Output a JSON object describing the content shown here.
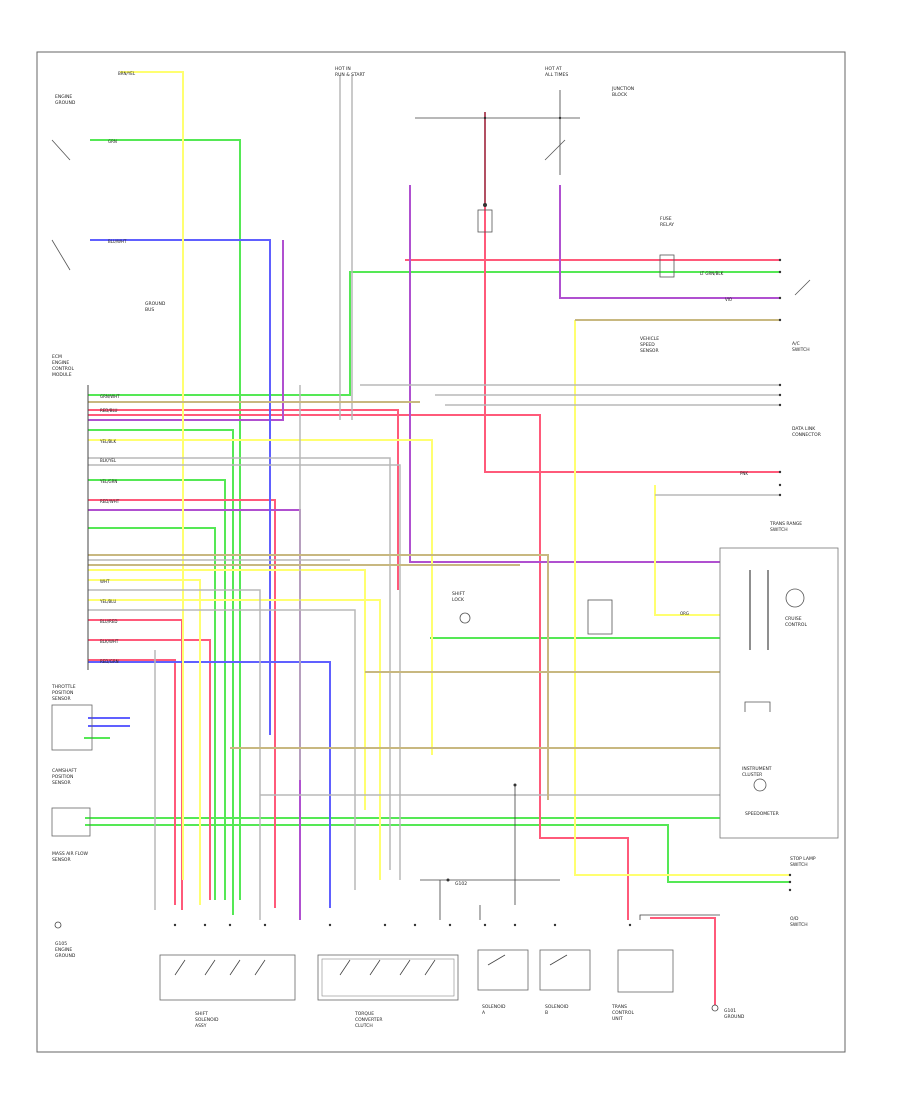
{
  "diagram": {
    "footer_code": "",
    "labels": {
      "hot_run_start": [
        "HOT IN",
        "RUN & START"
      ],
      "hot_at_all_times": [
        "HOT AT",
        "ALL TIMES"
      ],
      "junction_block": [
        "JUNCTION",
        "BLOCK"
      ],
      "engine_ground_left": [
        "ENGINE",
        "GROUND"
      ],
      "engine_control_module": [
        "ECM",
        "ENGINE",
        "CONTROL",
        "MODULE"
      ],
      "throttle_sensor": [
        "THROTTLE",
        "POSITION",
        "SENSOR"
      ],
      "camshaft_sensor": [
        "CAMSHAFT",
        "POSITION",
        "SENSOR"
      ],
      "ground_bottom_left": [
        "G105",
        "ENGINE",
        "GROUND"
      ],
      "mass_air_flow": [
        "MASS AIR FLOW",
        "SENSOR"
      ],
      "left_solenoid_pack": [
        "SHIFT",
        "SOLENOID",
        "ASSY"
      ],
      "right_solenoid_pack": [
        "TORQUE",
        "CONVERTER",
        "CLUTCH"
      ],
      "solenoid_a": [
        "SOLENOID",
        "A"
      ],
      "solenoid_b": [
        "SOLENOID",
        "B"
      ],
      "trans_control_unit": [
        "TRANS",
        "CONTROL",
        "UNIT"
      ],
      "ground_bottom_right": [
        "G101",
        "GROUND"
      ],
      "fuse_relay": [
        "FUSE",
        "RELAY"
      ],
      "speed_sensor": [
        "VEHICLE",
        "SPEED",
        "SENSOR"
      ],
      "ac_switch": [
        "A/C",
        "SWITCH"
      ],
      "diagnostic_connector": [
        "DATA LINK",
        "CONNECTOR"
      ],
      "transmission_range": [
        "TRANS RANGE",
        "SWITCH"
      ],
      "cruise_control": [
        "CRUISE",
        "CONTROL"
      ],
      "instrument_cluster": [
        "INSTRUMENT",
        "CLUSTER"
      ],
      "stop_lamp_switch": [
        "STOP LAMP",
        "SWITCH"
      ],
      "speedometer": [
        "SPEEDOMETER"
      ],
      "overdrive_switch": [
        "O/D",
        "SWITCH"
      ],
      "ground_mid": [
        "GROUND",
        "BUS"
      ],
      "shift_lock": [
        "SHIFT",
        "LOCK"
      ],
      "ground_center": [
        "G102"
      ]
    },
    "wire_labels": {
      "brn_yel": "BRN/YEL",
      "grn": "GRN",
      "blu_wht": "BLU/WHT",
      "grn_wht": "GRN/WHT",
      "red_blu": "RED/BLU",
      "red_wht": "RED/WHT",
      "yel_blk": "YEL/BLK",
      "blk_yel": "BLK/YEL",
      "yel_grn": "YEL/GRN",
      "wht": "WHT",
      "yel_blu": "YEL/BLU",
      "blu_red": "BLU/RED",
      "blk_wht": "BLK/WHT",
      "red_grn": "RED/GRN",
      "pnk": "PNK",
      "ltgrn_blk": "LT GRN/BLK",
      "vio": "VIO",
      "org": "ORG"
    },
    "colors": {
      "red": "#ff5a7a",
      "green": "#55e855",
      "blue": "#6060ff",
      "purple": "#b050d0",
      "yellow": "#ffff70",
      "gray": "#b8b8b8",
      "brown": "#c8b880",
      "black": "#404040"
    }
  }
}
